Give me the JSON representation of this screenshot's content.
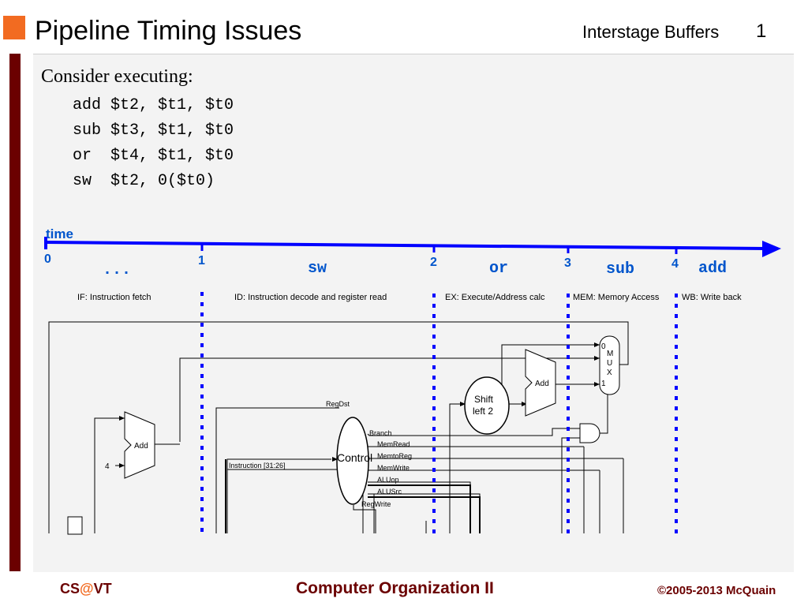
{
  "header": {
    "title": "Pipeline Timing Issues",
    "section": "Interstage Buffers",
    "slide_number": "1"
  },
  "content": {
    "intro": "Consider executing:",
    "code_lines": [
      "add $t2, $t1, $t0",
      "sub $t3, $t1, $t0",
      "or  $t4, $t1, $t0",
      "sw  $t2, 0($t0)"
    ]
  },
  "timeline": {
    "label": "time",
    "ticks": [
      "0",
      "1",
      "2",
      "3",
      "4"
    ],
    "stage_instructions": [
      "...",
      "sw",
      "or",
      "sub",
      "add"
    ]
  },
  "stages": [
    "IF: Instruction fetch",
    "ID: Instruction decode and register read",
    "EX: Execute/Address calc",
    "MEM: Memory Access",
    "WB: Write back"
  ],
  "diagram": {
    "control_label": "Control",
    "add_label": "Add",
    "shift_label_1": "Shift",
    "shift_label_2": "left 2",
    "mux_zero": "0",
    "mux_one": "1",
    "mux_m": "M",
    "mux_u": "U",
    "mux_x": "X",
    "four_label": "4",
    "instruction_label": "Instruction [31:26]",
    "signals": [
      "RegDst",
      "Branch",
      "MemRead",
      "MemtoReg",
      "MemWrite",
      "ALUop",
      "ALUSrc",
      "RegWrite"
    ]
  },
  "colors": {
    "accent": "#f26b21",
    "maroon": "#6b0000",
    "timeline_blue": "#0000ff",
    "label_blue": "#0055cc"
  },
  "footer": {
    "left_prefix": "CS",
    "left_at": "@",
    "left_suffix": "VT",
    "center": "Computer Organization II",
    "right": "©2005-2013 McQuain"
  }
}
